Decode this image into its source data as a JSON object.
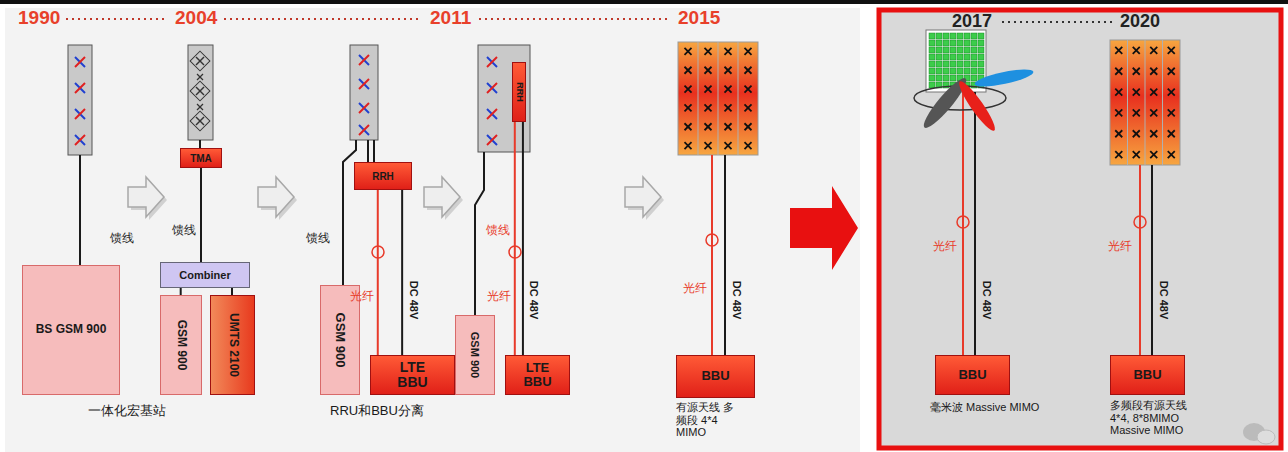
{
  "diagram": {
    "nodes": [
      {
        "text": [
          "BS GSM 900"
        ]
      },
      {
        "text": [
          "TMA"
        ]
      },
      {
        "text": [
          "Combiner"
        ]
      },
      {
        "text": [
          "GSM 900"
        ]
      },
      {
        "text": [
          "UMTS 2100"
        ]
      },
      {
        "text": [
          "RRH"
        ]
      },
      {
        "text": [
          "GSM 900"
        ]
      },
      {
        "text": [
          "LTE BBU"
        ]
      },
      {
        "text": [
          "RRH"
        ]
      },
      {
        "text": [
          "GSM 900"
        ]
      },
      {
        "text": [
          "LTE BBU"
        ]
      },
      {
        "text": [
          "BBU"
        ]
      },
      {
        "text": [
          "BBU"
        ]
      },
      {
        "text": [
          "BBU"
        ]
      }
    ],
    "edges": [
      {
        "from": 1,
        "to": 2,
        "arrow": "none",
        "label": "馈线"
      },
      {
        "from": 2,
        "to": 3,
        "arrow": "none"
      },
      {
        "from": 2,
        "to": 4,
        "arrow": "none"
      },
      {
        "from": 5,
        "to": 7,
        "arrow": "none",
        "label": "光纤"
      },
      {
        "from": 5,
        "to": 7,
        "arrow": "none",
        "label": "DC 48V"
      },
      {
        "from": 8,
        "to": 10,
        "arrow": "none",
        "label": "光纤"
      },
      {
        "from": 8,
        "to": 10,
        "arrow": "none",
        "label": "DC 48V"
      }
    ],
    "labels": [
      "1990",
      "2004",
      "2011",
      "2015",
      "2017",
      "2020",
      "馈线",
      "馈线",
      "馈线",
      "光纤",
      "DC 48V",
      "光纤",
      "DC 48V",
      "光纤",
      "DC 48V",
      "一体化宏基站",
      "RRU和BBU分离",
      "有源天线 多频段 4*4 MIMO",
      "毫米波 Massive MIMO",
      "多频段有源天线 4*4, 8*8MIMO Massive MIMO"
    ]
  }
}
